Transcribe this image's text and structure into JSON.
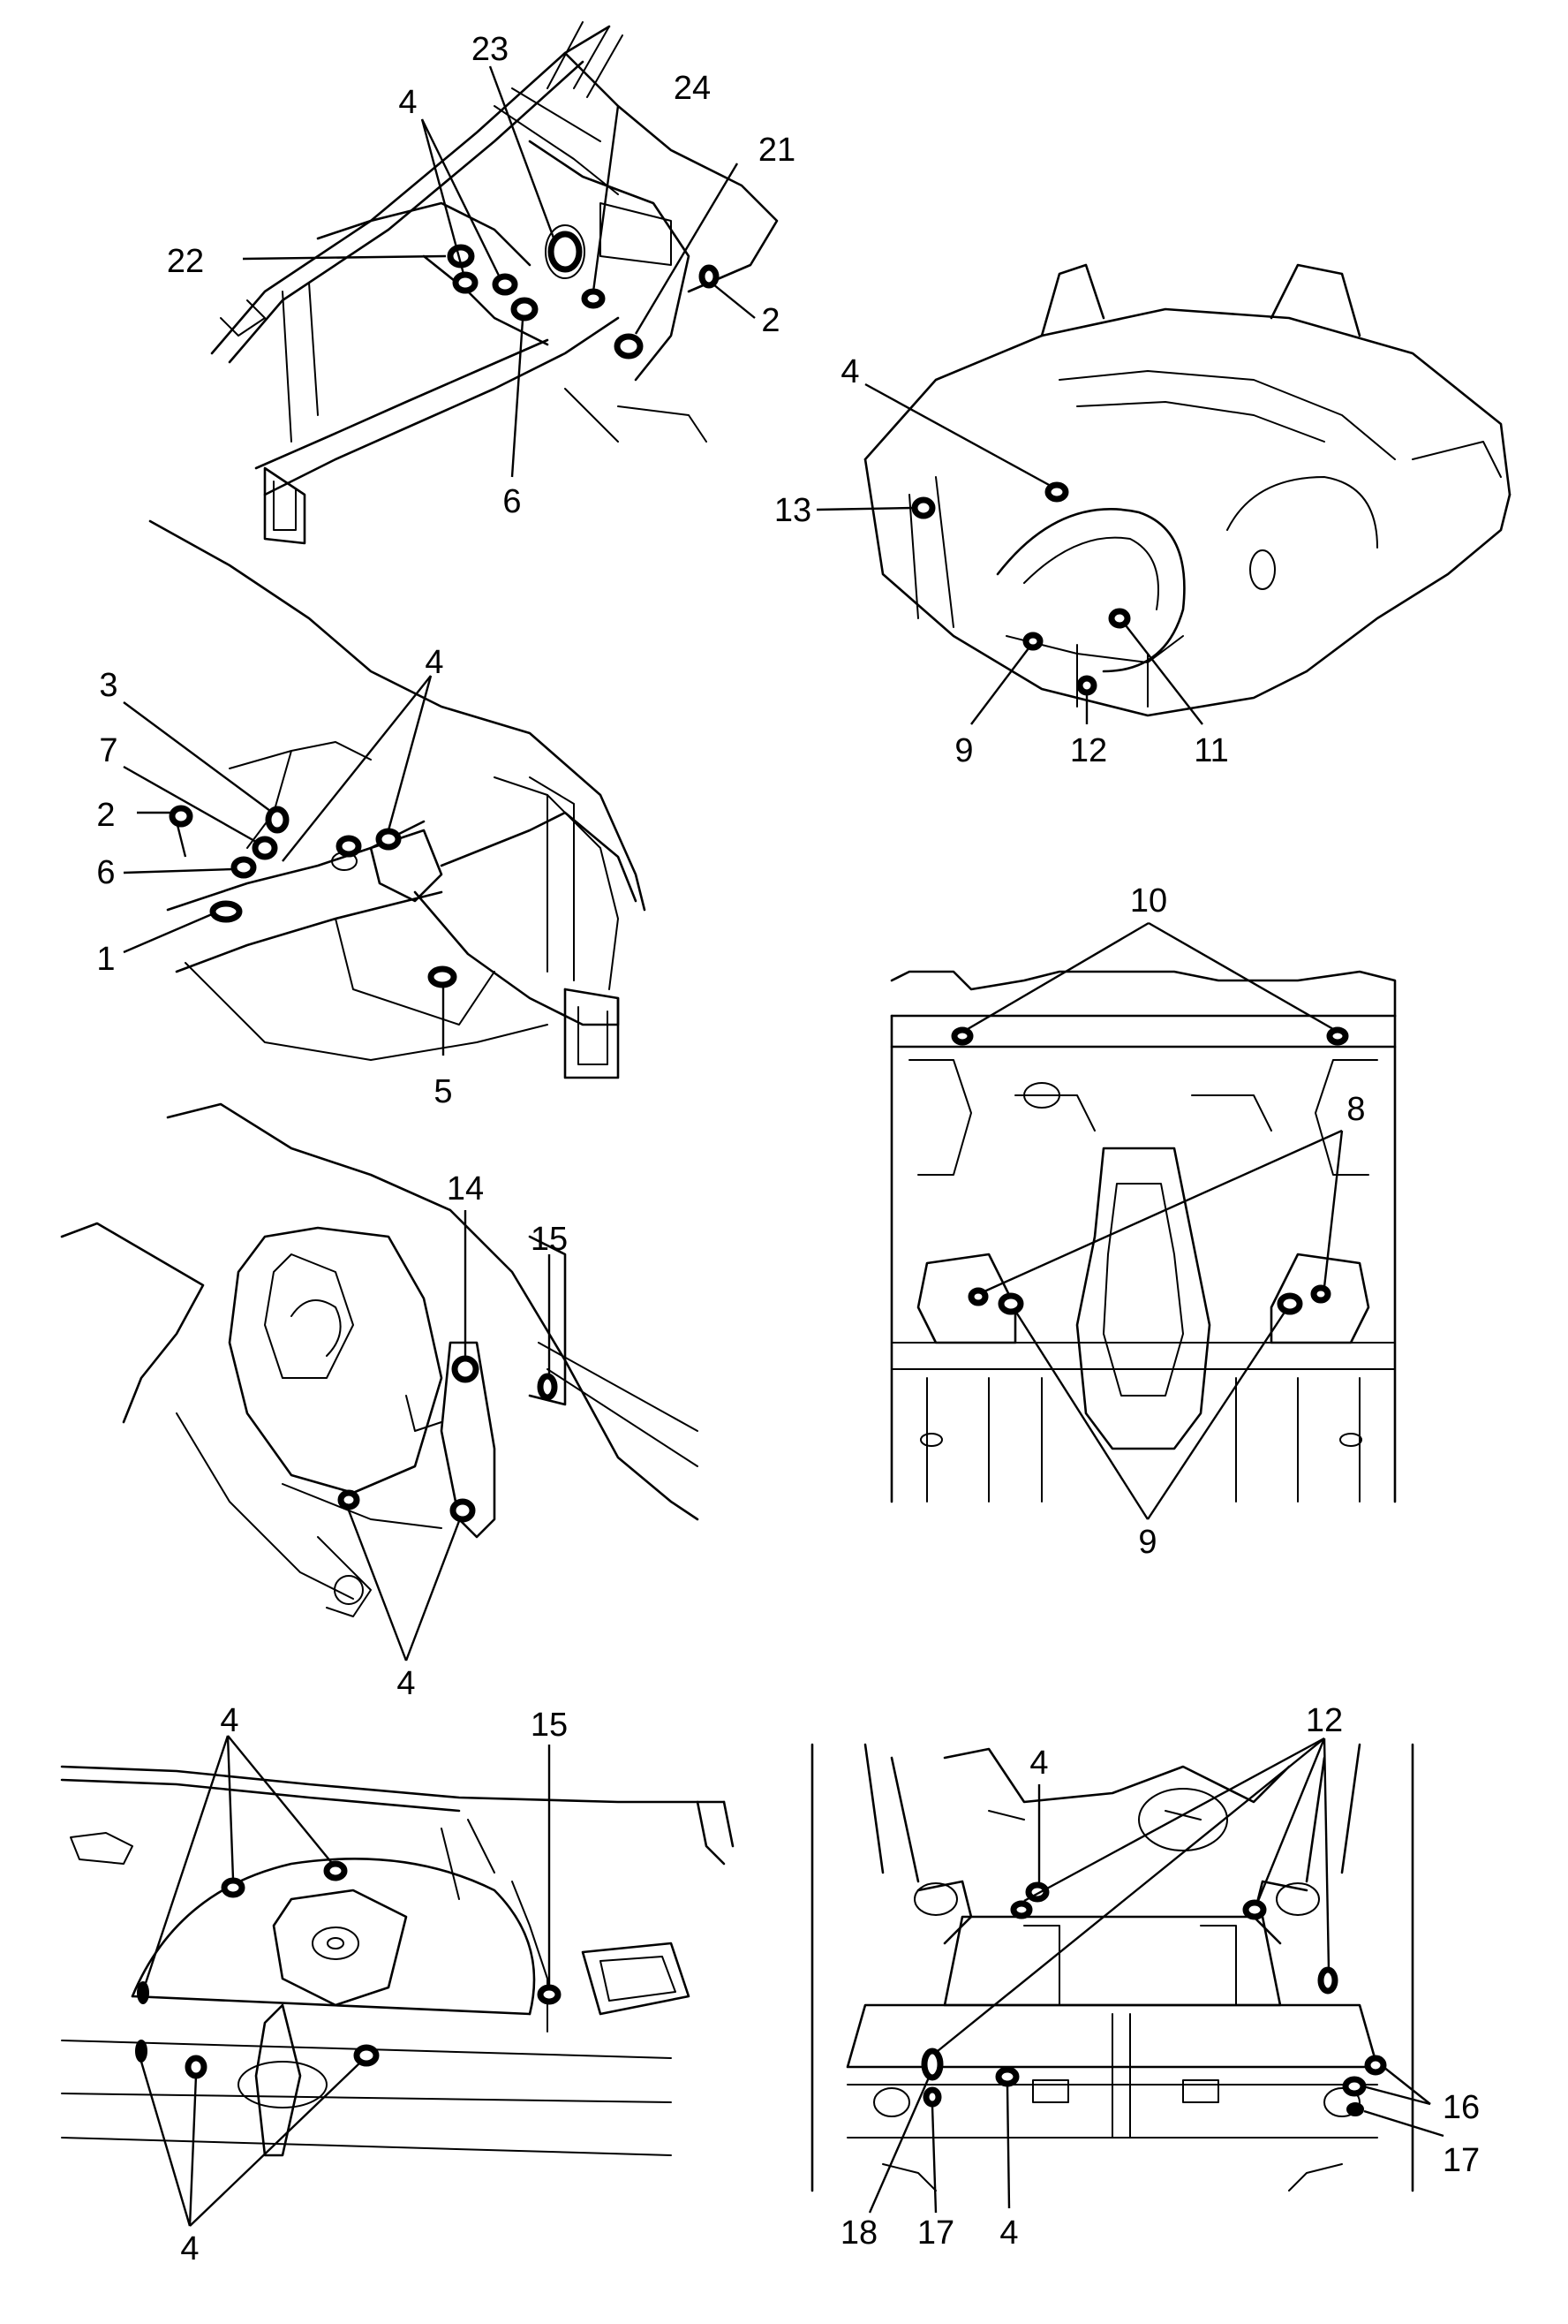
{
  "diagram": {
    "panels": [
      {
        "id": "front-engine-bay",
        "callouts": [
          "23",
          "24",
          "21",
          "4",
          "22",
          "2",
          "6"
        ]
      },
      {
        "id": "rear-floor-spare-well",
        "callouts": [
          "4",
          "13",
          "9",
          "12",
          "11"
        ]
      },
      {
        "id": "front-frame-rail",
        "callouts": [
          "3",
          "4",
          "7",
          "2",
          "6",
          "1",
          "5"
        ]
      },
      {
        "id": "underbody-floor",
        "callouts": [
          "10",
          "8",
          "9"
        ]
      },
      {
        "id": "wheelhouse-strut-tower",
        "callouts": [
          "14",
          "15",
          "4"
        ]
      },
      {
        "id": "rear-wheelhouse-inner",
        "callouts": [
          "4",
          "15",
          "4"
        ]
      },
      {
        "id": "rear-underbody",
        "callouts": [
          "4",
          "12",
          "16",
          "17",
          "18",
          "17",
          "4"
        ]
      }
    ]
  }
}
